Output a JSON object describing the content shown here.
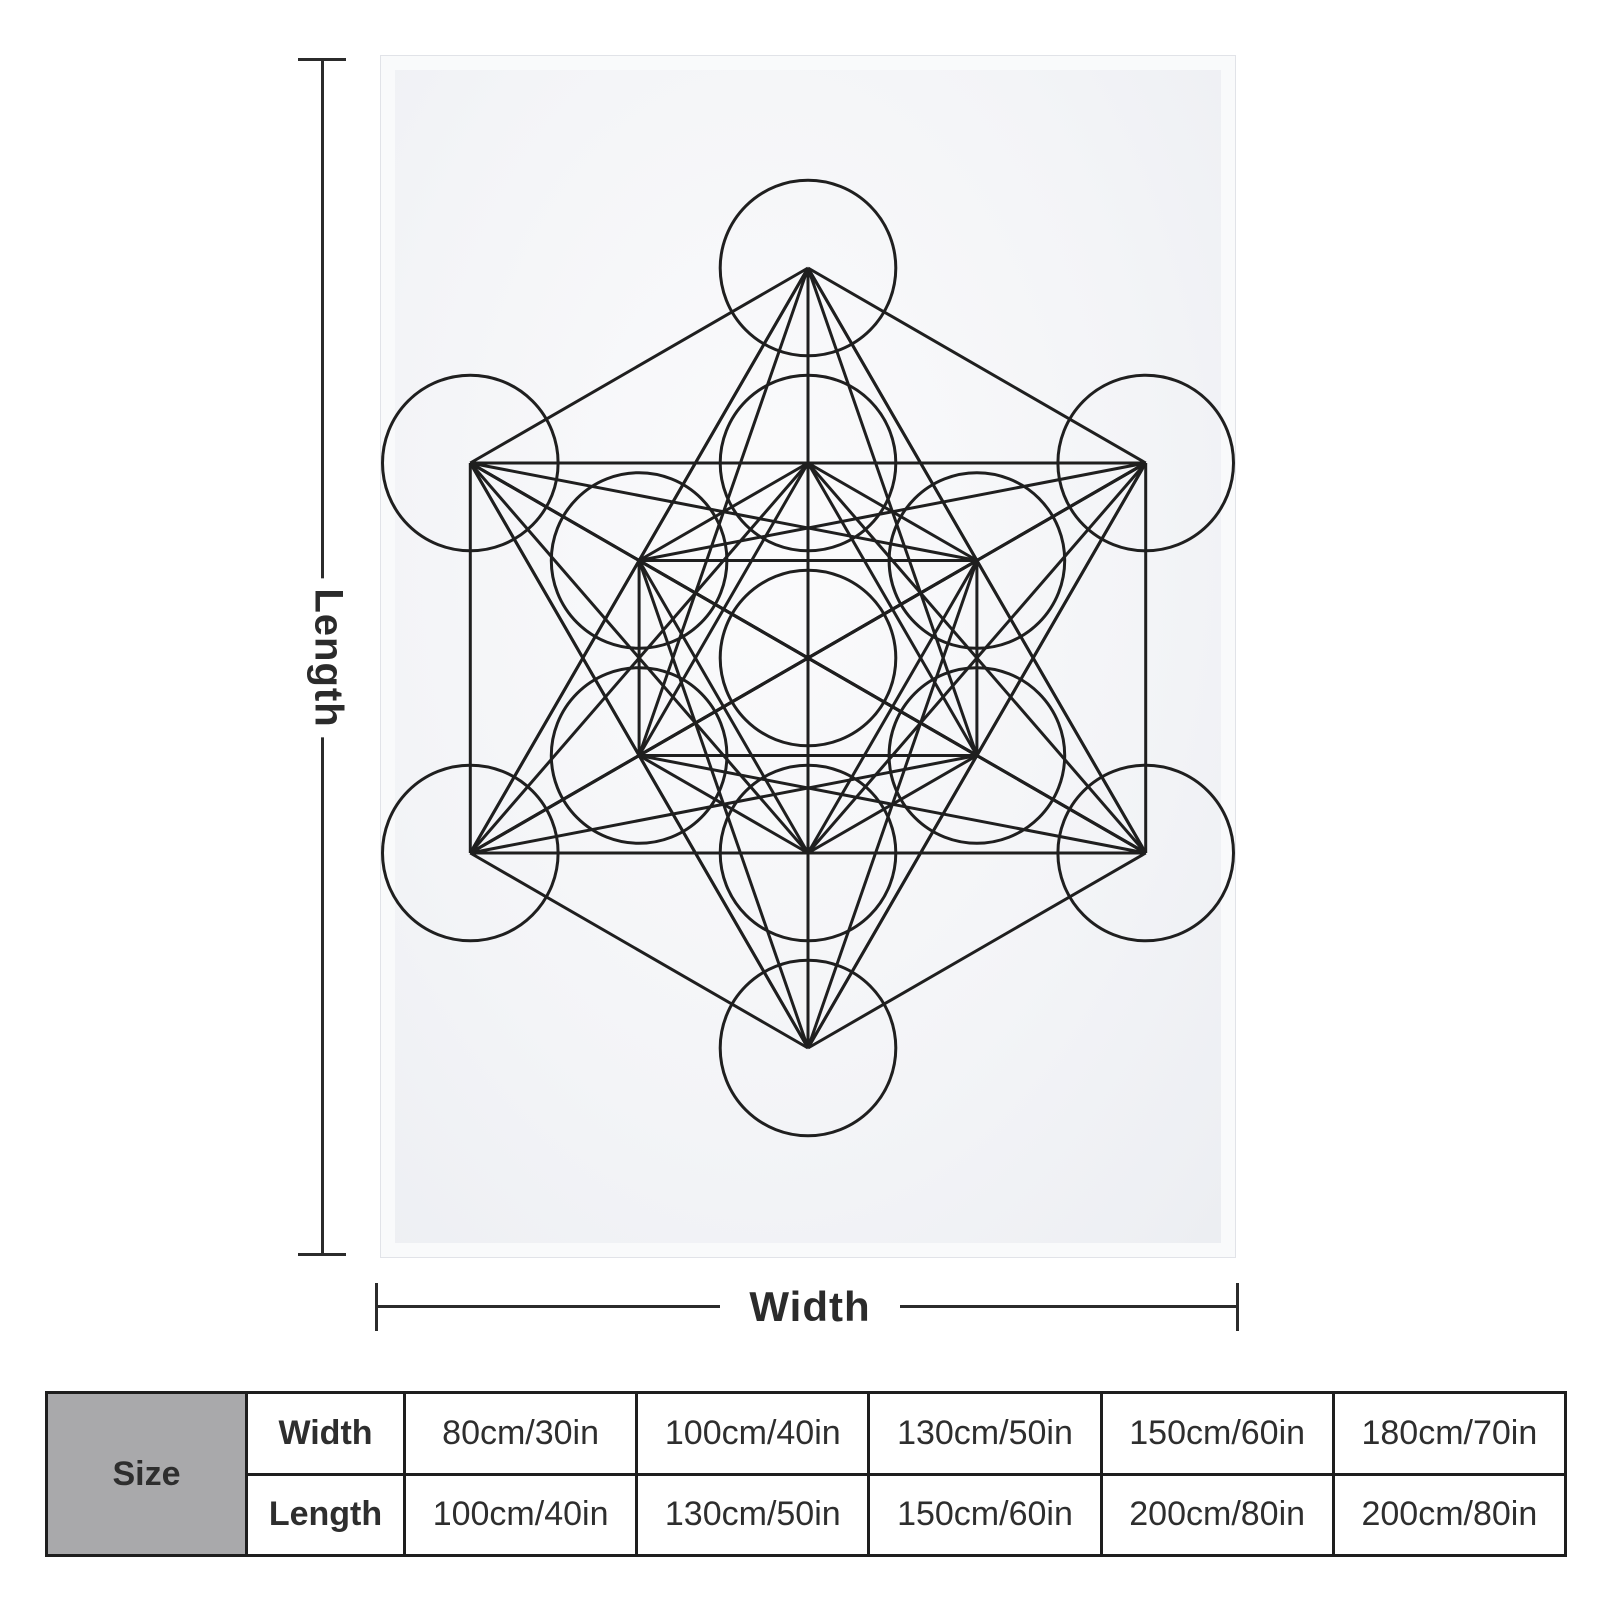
{
  "dimensions": {
    "length_label": "Length",
    "width_label": "Width"
  },
  "artwork": {
    "icon": "metatrons-cube-icon",
    "line_color": "#1f1f1f",
    "background_color": "#f4f5f8"
  },
  "size_table": {
    "header": "Size",
    "rows": [
      {
        "label": "Width",
        "values": [
          "80cm/30in",
          "100cm/40in",
          "130cm/50in",
          "150cm/60in",
          "180cm/70in"
        ]
      },
      {
        "label": "Length",
        "values": [
          "100cm/40in",
          "130cm/50in",
          "150cm/60in",
          "200cm/80in",
          "200cm/80in"
        ]
      }
    ],
    "header_bg": "#a9a9ab"
  }
}
